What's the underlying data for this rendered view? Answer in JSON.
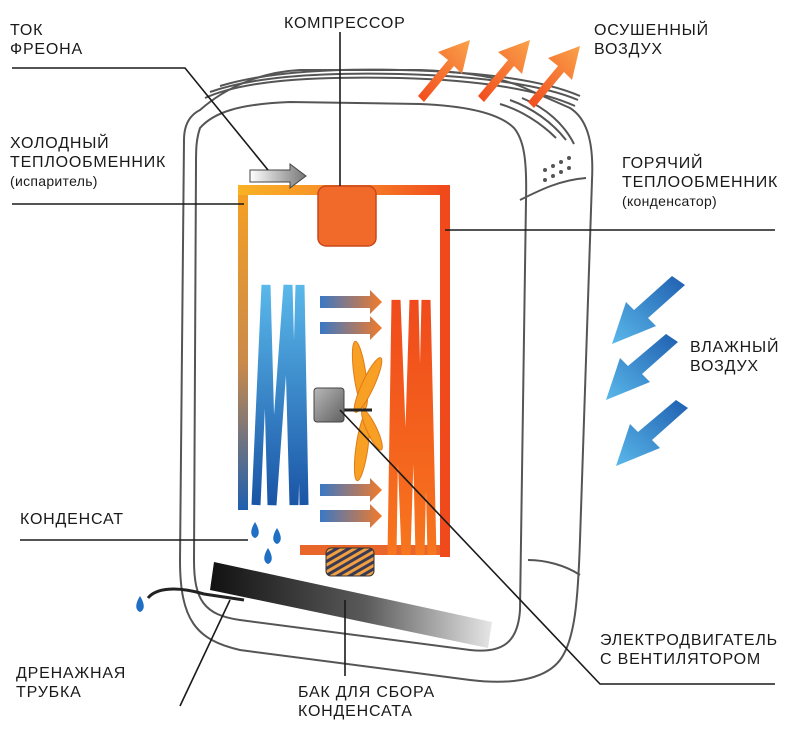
{
  "labels": {
    "freon_flow": {
      "line1": "ТОК",
      "line2": "ФРЕОНА"
    },
    "compressor": {
      "line1": "КОМПРЕССОР"
    },
    "dry_air": {
      "line1": "ОСУШЕННЫЙ",
      "line2": "ВОЗДУХ"
    },
    "cold_exchanger": {
      "line1": "ХОЛОДНЫЙ",
      "line2": "ТЕПЛООБМЕННИК",
      "line3": "(испаритель)"
    },
    "hot_exchanger": {
      "line1": "ГОРЯЧИЙ",
      "line2": "ТЕПЛООБМЕННИК",
      "line3": "(конденсатор)"
    },
    "humid_air": {
      "line1": "ВЛАЖНЫЙ",
      "line2": "ВОЗДУХ"
    },
    "condensate": {
      "line1": "КОНДЕНСАТ"
    },
    "drain_tube": {
      "line1": "ДРЕНАЖНАЯ",
      "line2": "ТРУБКА"
    },
    "condensate_tank": {
      "line1": "БАК ДЛЯ СБОРА",
      "line2": "КОНДЕНСАТА"
    },
    "motor_fan": {
      "line1": "ЭЛЕКТРОДВИГАТЕЛЬ",
      "line2": "С ВЕНТИЛЯТОРОМ"
    }
  },
  "colors": {
    "cold": "#1f6fc4",
    "cold_light": "#5ab8ea",
    "hot": "#f04a1c",
    "warm": "#f7a023",
    "compressor": "#f26a2a",
    "outline": "#555555",
    "leader": "#1a1a1a"
  },
  "icons": [
    "dry-air-arrow-icon",
    "humid-air-arrow-icon",
    "freon-arrow-icon",
    "fan-icon",
    "motor-icon",
    "water-drop-icon"
  ]
}
